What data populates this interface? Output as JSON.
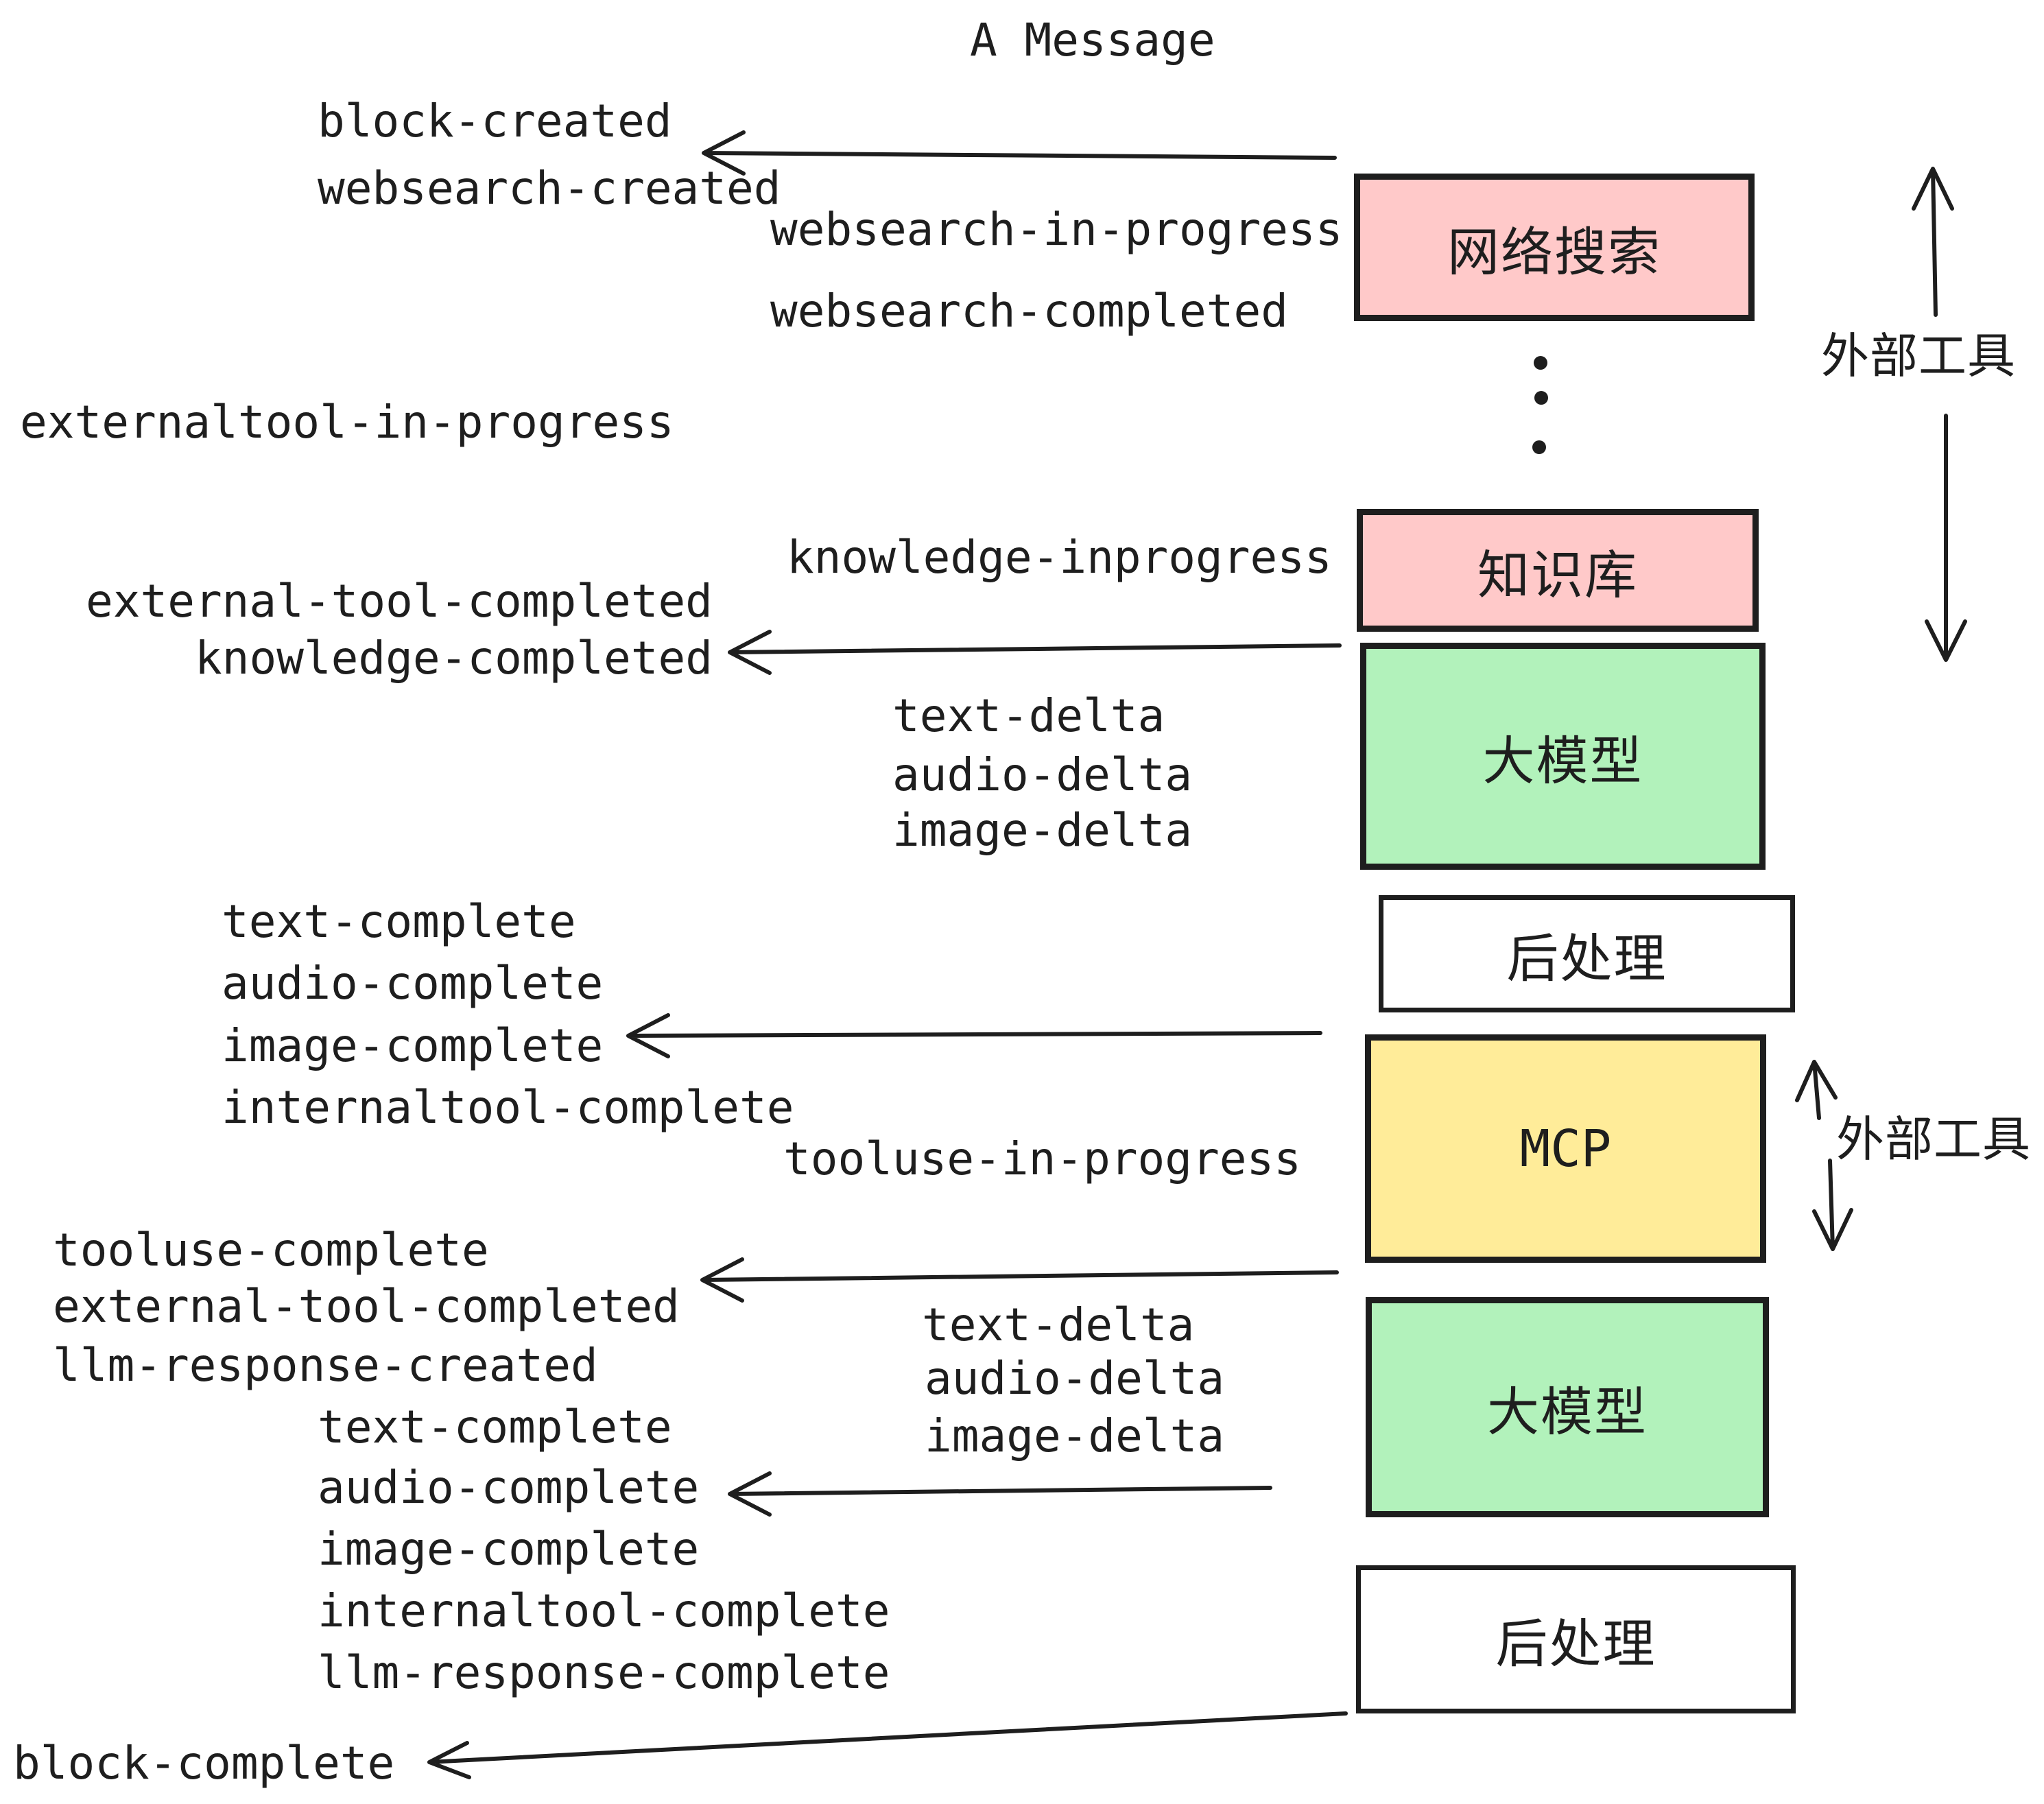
{
  "title": "A Message",
  "colors": {
    "stroke": "#1e1e1e",
    "box_pink": "#ffc9c9",
    "box_green": "#b2f2bb",
    "box_yellow": "#ffec99",
    "box_white": "#ffffff",
    "background": "#ffffff"
  },
  "boxes": [
    {
      "label": "网络搜索",
      "fill": "#ffc9c9"
    },
    {
      "label": "知识库",
      "fill": "#ffc9c9"
    },
    {
      "label": "大模型",
      "fill": "#b2f2bb"
    },
    {
      "label": "后处理",
      "fill": "#ffffff"
    },
    {
      "label": "MCP",
      "fill": "#ffec99"
    },
    {
      "label": "大模型",
      "fill": "#b2f2bb"
    },
    {
      "label": "后处理",
      "fill": "#ffffff"
    }
  ],
  "side_labels": {
    "external_tools_top": "外部工具",
    "external_tools_mid": "外部工具"
  },
  "events": {
    "block_created": "block-created",
    "websearch_created": "websearch-created",
    "websearch_in_progress": "websearch-in-progress",
    "websearch_completed": "websearch-completed",
    "externaltool_in_progress": "externaltool-in-progress",
    "knowledge_inprogress": "knowledge-inprogress",
    "external_tool_completed_1": "external-tool-completed",
    "knowledge_completed": "knowledge-completed",
    "text_delta_1": "text-delta",
    "audio_delta_1": "audio-delta",
    "image_delta_1": "image-delta",
    "text_complete_1": "text-complete",
    "audio_complete_1": "audio-complete",
    "image_complete_1": "image-complete",
    "internaltool_complete_1": "internaltool-complete",
    "tooluse_in_progress": "tooluse-in-progress",
    "tooluse_complete": "tooluse-complete",
    "external_tool_completed_2": "external-tool-completed",
    "llm_response_created": "llm-response-created",
    "text_delta_2": "text-delta",
    "audio_delta_2": "audio-delta",
    "image_delta_2": "image-delta",
    "text_complete_2": "text-complete",
    "audio_complete_2": "audio-complete",
    "image_complete_2": "image-complete",
    "internaltool_complete_2": "internaltool-complete",
    "llm_response_complete": "llm-response-complete",
    "block_complete": "block-complete"
  }
}
